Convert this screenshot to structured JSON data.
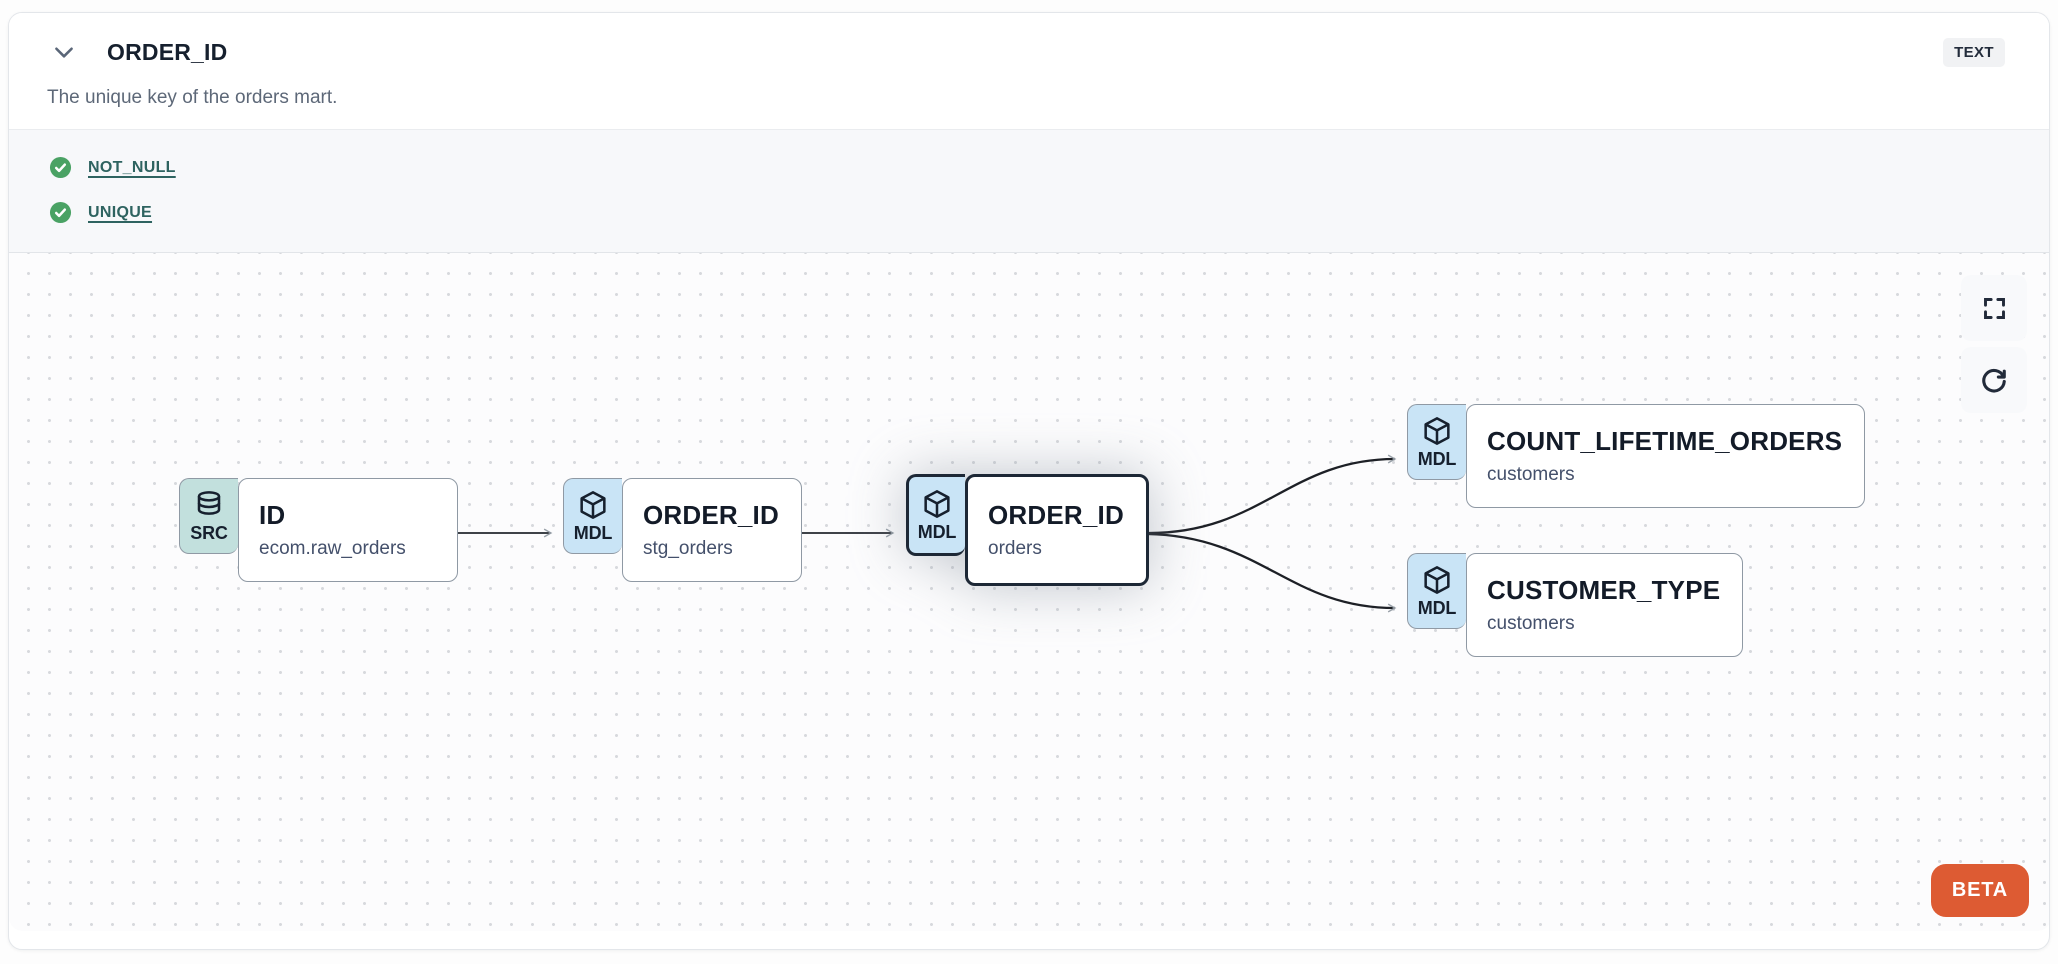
{
  "header": {
    "title": "ORDER_ID",
    "type_badge": "TEXT",
    "description": "The unique key of the orders mart."
  },
  "tests": {
    "items": [
      {
        "label": "NOT_NULL",
        "status": "pass"
      },
      {
        "label": "UNIQUE",
        "status": "pass"
      }
    ]
  },
  "lineage": {
    "nodes": [
      {
        "badge": "SRC",
        "icon": "database-icon",
        "title": "ID",
        "subtitle": "ecom.raw_orders",
        "selected": false
      },
      {
        "badge": "MDL",
        "icon": "cube-icon",
        "title": "ORDER_ID",
        "subtitle": "stg_orders",
        "selected": false
      },
      {
        "badge": "MDL",
        "icon": "cube-icon",
        "title": "ORDER_ID",
        "subtitle": "orders",
        "selected": true
      },
      {
        "badge": "MDL",
        "icon": "cube-icon",
        "title": "COUNT_LIFETIME_ORDERS",
        "subtitle": "customers",
        "selected": false
      },
      {
        "badge": "MDL",
        "icon": "cube-icon",
        "title": "CUSTOMER_TYPE",
        "subtitle": "customers",
        "selected": false
      }
    ],
    "edges": [
      {
        "from": "ID (ecom.raw_orders)",
        "to": "ORDER_ID (stg_orders)"
      },
      {
        "from": "ORDER_ID (stg_orders)",
        "to": "ORDER_ID (orders)"
      },
      {
        "from": "ORDER_ID (orders)",
        "to": "COUNT_LIFETIME_ORDERS (customers)"
      },
      {
        "from": "ORDER_ID (orders)",
        "to": "CUSTOMER_TYPE (customers)"
      }
    ],
    "controls": [
      {
        "icon": "fullscreen-icon"
      },
      {
        "icon": "refresh-icon"
      }
    ],
    "beta_label": "BETA"
  },
  "colors": {
    "test_link": "#2e6360",
    "check_green": "#4aa264",
    "src_badge_bg": "#c2e0dd",
    "mdl_badge_bg": "#c9e4f6",
    "node_border": "#8f99a4",
    "selected_border": "#1d2836",
    "beta_orange": "#dd5b33",
    "edge_line": "#23272e",
    "arrowhead": "#98a0a8"
  }
}
